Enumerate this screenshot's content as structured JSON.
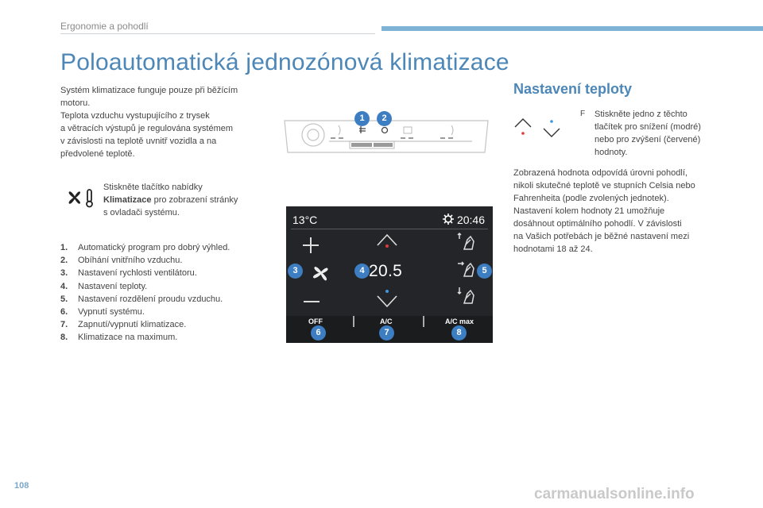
{
  "header": {
    "section_label": "Ergonomie a pohodlí",
    "colors": {
      "accent_blue": "#7fb3d5",
      "title_blue": "#4d87b8",
      "badge_blue": "#3d7ec2"
    }
  },
  "title": "Poloautomatická jednozónová klimatizace",
  "intro_lines": [
    "Systém klimatizace funguje pouze při běžícím",
    "motoru.",
    "Teplota vzduchu vystupujícího z trysek",
    "a větracích výstupů je regulována systémem",
    "v závislosti na teplotě uvnitř vozidla a na",
    "předvolené teplotě."
  ],
  "menu_hint": {
    "icon": "fan-thermometer-icon",
    "line1": "Stiskněte tlačítko nabídky",
    "bold": "Klimatizace",
    "line2_rest": " pro zobrazení stránky",
    "line3": "s ovladači systému."
  },
  "legend": [
    {
      "n": "1.",
      "text": "Automatický program pro dobrý výhled."
    },
    {
      "n": "2.",
      "text": "Obíhání vnitřního vzduchu."
    },
    {
      "n": "3.",
      "text": "Nastavení rychlosti ventilátoru."
    },
    {
      "n": "4.",
      "text": "Nastavení teploty."
    },
    {
      "n": "5.",
      "text": "Nastavení rozdělení proudu vzduchu."
    },
    {
      "n": "6.",
      "text": "Vypnutí systému."
    },
    {
      "n": "7.",
      "text": "Zapnutí/vypnutí klimatizace."
    },
    {
      "n": "8.",
      "text": "Klimatizace na maximum."
    }
  ],
  "dashboard": {
    "badge1": "1",
    "badge2": "2"
  },
  "screen": {
    "outside_temp": "13°C",
    "clock": "20:46",
    "temperature": "20.5",
    "buttons": [
      "OFF",
      "A/C",
      "A/C max"
    ],
    "badges": [
      "3",
      "4",
      "5",
      "6",
      "7",
      "8"
    ]
  },
  "right": {
    "heading": "Nastavení teploty",
    "bullet_symbol": "F",
    "bullet_lines": [
      "Stiskněte jedno z těchto",
      "tlačítek pro snížení (modré)",
      "nebo pro zvýšení (červené)",
      "hodnoty."
    ],
    "body_lines": [
      "Zobrazená hodnota odpovídá úrovni pohodlí,",
      "nikoli skutečné teplotě ve stupních Celsia nebo",
      "Fahrenheita (podle zvolených jednotek).",
      "Nastavení kolem hodnoty 21 umožňuje",
      "dosáhnout optimálního pohodlí. V závislosti",
      "na Vašich potřebách je běžné nastavení mezi",
      "hodnotami 18 až 24."
    ]
  },
  "footer": {
    "page_number": "108",
    "watermark": "carmanualsonline.info"
  }
}
